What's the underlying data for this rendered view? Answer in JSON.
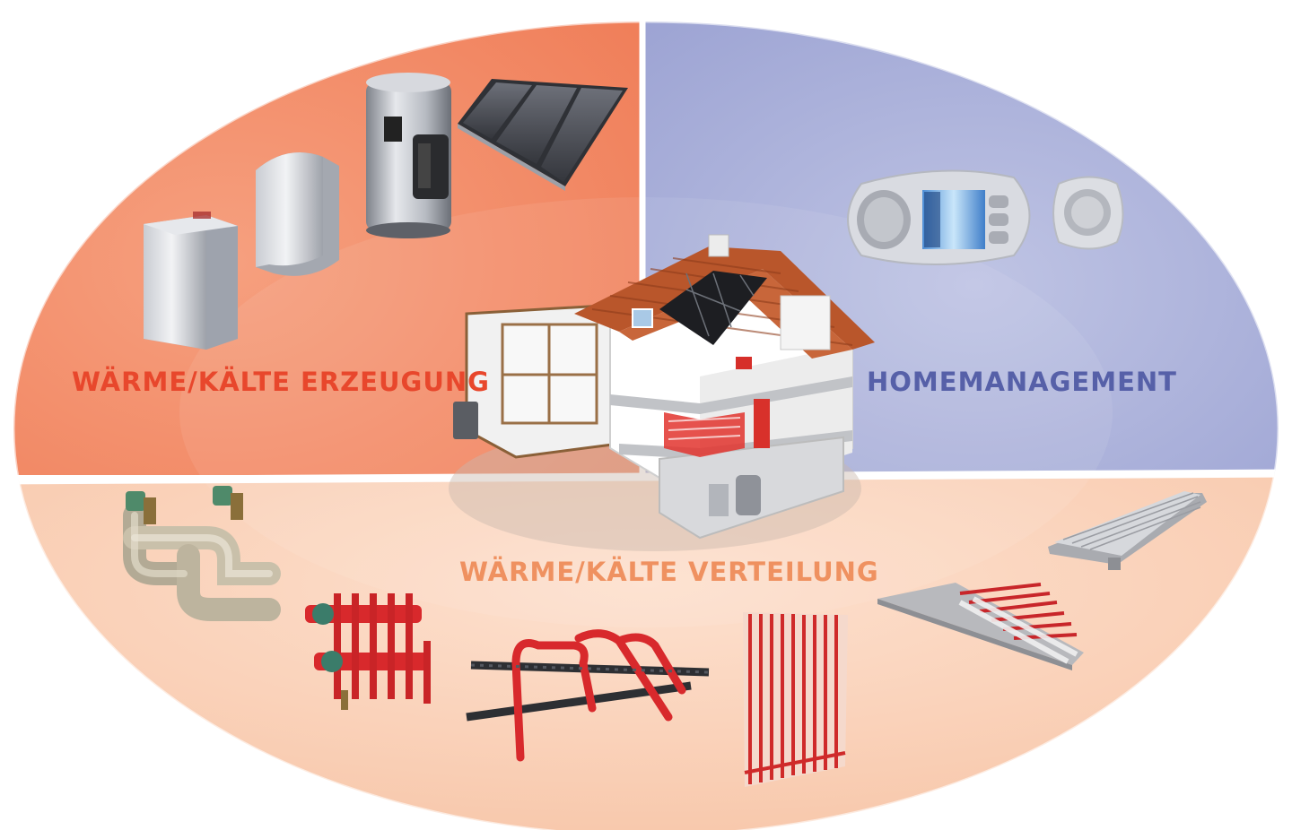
{
  "segments": {
    "erzeugung": {
      "label": "WÄRME/KÄLTE ERZEUGUNG",
      "color": "#e8472c",
      "fill": "#f4825e"
    },
    "homemanagement": {
      "label": "HOMEMANAGEMENT",
      "color": "#5660a8",
      "fill": "#a4abd6"
    },
    "verteilung": {
      "label": "WÄRME/KÄLTE VERTEILUNG",
      "color": "#ef9160",
      "fill": "#f9cdb3"
    }
  },
  "items": {
    "erzeugung": [
      "boiler-icon",
      "wall-heater-icon",
      "storage-tank-icon",
      "solar-panel-icon"
    ],
    "homemanagement": [
      "control-panel-icon",
      "room-thermostat-icon"
    ],
    "center": [
      "house-cutaway-icon"
    ],
    "verteilung": [
      "pipe-distributor-icon",
      "heating-manifold-icon",
      "floor-heating-pipes-icon",
      "heating-register-icon",
      "ceiling-panel-icon",
      "radiator-panel-icon"
    ]
  }
}
